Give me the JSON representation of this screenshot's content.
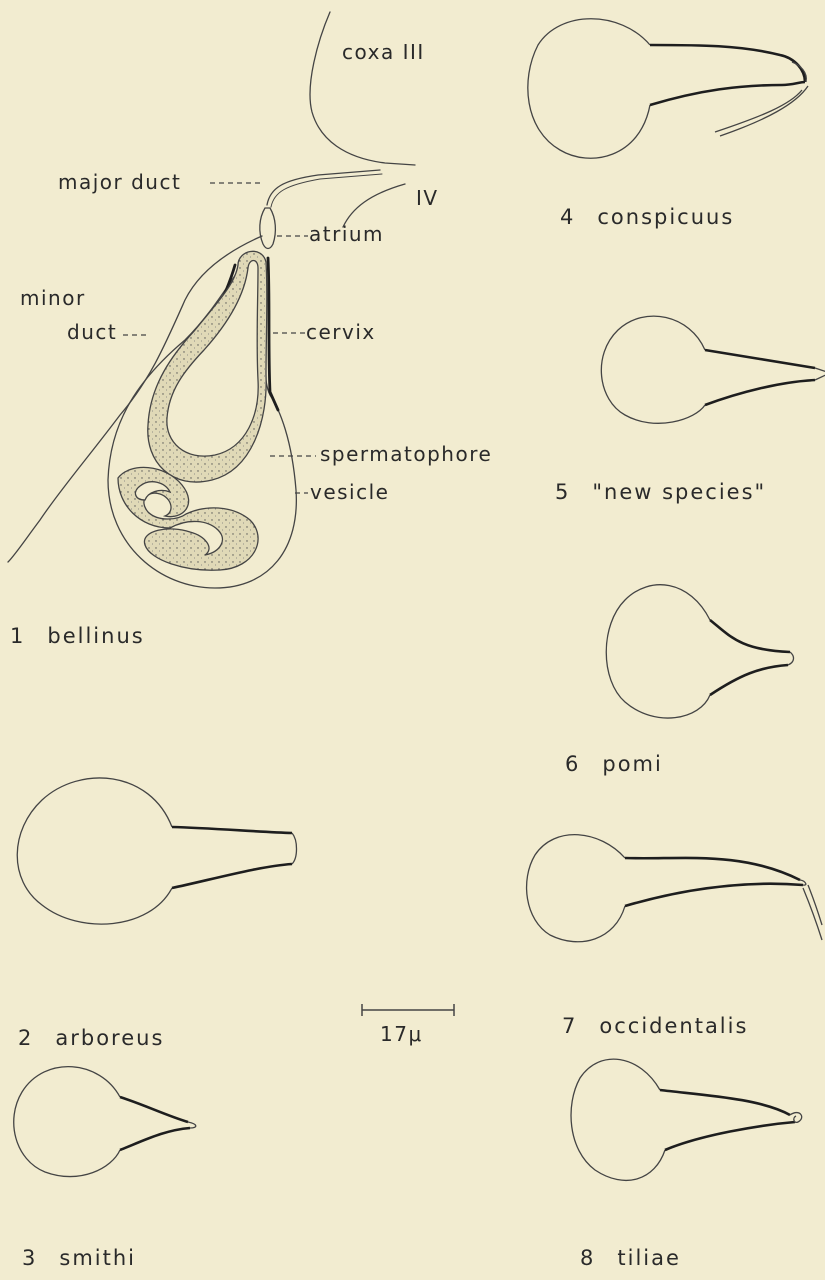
{
  "figure1": {
    "labels": {
      "coxa3": "coxa III",
      "coxa4": "IV",
      "major_duct": "major duct",
      "atrium": "atrium",
      "minor_duct_line1": "minor",
      "minor_duct_line2": "duct",
      "cervix": "cervix",
      "spermatophore": "spermatophore",
      "vesicle": "vesicle"
    },
    "number": "1",
    "species": "bellinus"
  },
  "captions": [
    {
      "number": "2",
      "species": "arboreus"
    },
    {
      "number": "3",
      "species": "smithi"
    },
    {
      "number": "4",
      "species": "conspicuus"
    },
    {
      "number": "5",
      "species": "\"new species\""
    },
    {
      "number": "6",
      "species": "pomi"
    },
    {
      "number": "7",
      "species": "occidentalis"
    },
    {
      "number": "8",
      "species": "tiliae"
    }
  ],
  "scale_bar": {
    "label": "17μ"
  },
  "colors": {
    "background": "#f2ecd0",
    "ink": "#2a2a2a",
    "stipple": "#e0d9b7"
  }
}
